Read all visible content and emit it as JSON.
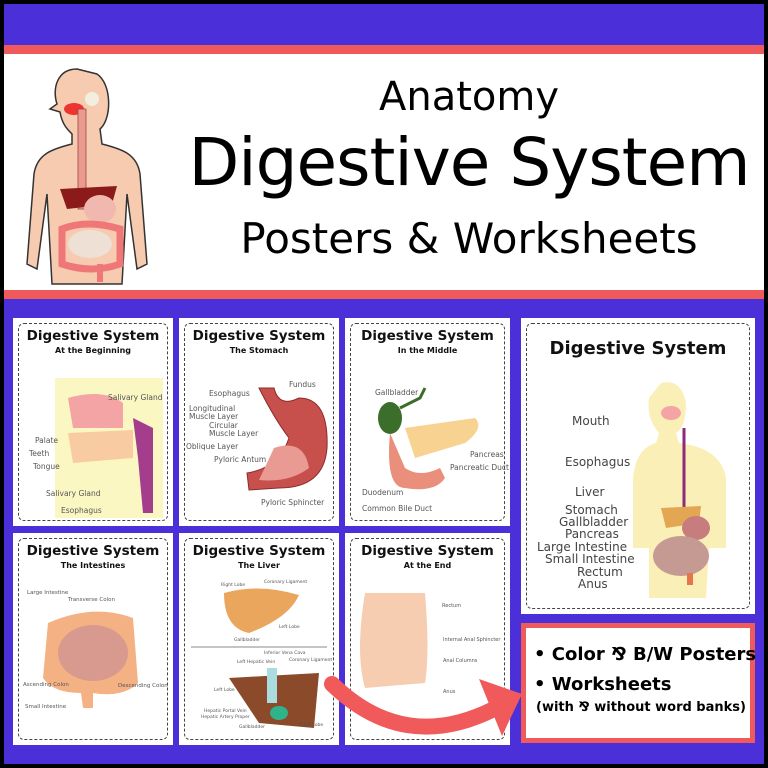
{
  "banner": {
    "line1": "Anatomy",
    "line2": "Digestive System",
    "line3": "Posters & Worksheets"
  },
  "colors": {
    "purple": "#4b2fd9",
    "red": "#f15a5a",
    "white": "#ffffff"
  },
  "cards": [
    {
      "title": "Digestive System",
      "subtitle": "At the Beginning",
      "labels": [
        "Salivary Gland",
        "Palate",
        "Teeth",
        "Tongue",
        "Salivary Gland",
        "Esophagus"
      ]
    },
    {
      "title": "Digestive System",
      "subtitle": "The Stomach",
      "labels": [
        "Fundus",
        "Esophagus",
        "Longitudinal",
        "Muscle Layer",
        "Circular",
        "Muscle Layer",
        "Oblique Layer",
        "Pyloric Antum",
        "Pyloric Sphincter"
      ]
    },
    {
      "title": "Digestive System",
      "subtitle": "In the Middle",
      "labels": [
        "Gallbladder",
        "Pancreas",
        "Pancreatic Duct",
        "Duodenum",
        "Common Bile Duct"
      ]
    },
    {
      "title": "Digestive System",
      "subtitle": "The Intestines",
      "labels": [
        "Large Intestine",
        "Transverse Colon",
        "Ascending Colon",
        "Descending Colon",
        "Small Intestine"
      ]
    },
    {
      "title": "Digestive System",
      "subtitle": "The Liver",
      "labels": [
        "Right Lobe",
        "Coronary Ligament",
        "Left Lobe",
        "Gallbladder",
        "Inferior Vena Cava",
        "Left Hepatic Vein",
        "Coronary Ligament",
        "Left Lobe",
        "Hepatic Portal Vein",
        "Hepatic Artery Proper",
        "Gallbladder",
        "Right Lobe"
      ]
    },
    {
      "title": "Digestive System",
      "subtitle": "At the End",
      "labels": [
        "Rectum",
        "Internal Anal Sphincter",
        "Anal Columns",
        "Anus"
      ]
    }
  ],
  "poster": {
    "title": "Digestive System",
    "labels": [
      "Mouth",
      "Esophagus",
      "Liver",
      "Stomach",
      "Gallbladder",
      "Pancreas",
      "Large Intestine",
      "Small Intestine",
      "Rectum",
      "Anus"
    ]
  },
  "features": {
    "items": [
      "Color ⅋ B/W Posters",
      "Worksheets"
    ],
    "note": "(with ⅋ without word banks)"
  }
}
